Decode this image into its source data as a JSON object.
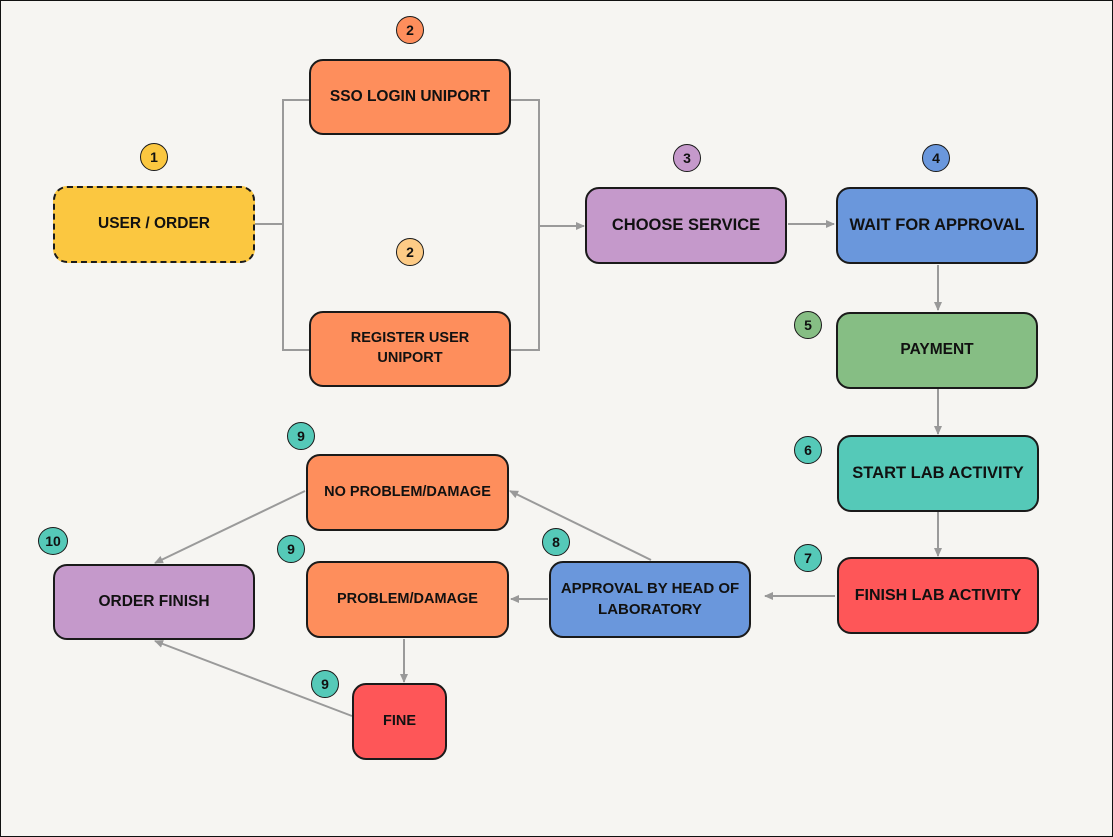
{
  "colors": {
    "yellow": "#fbc740",
    "orange": "#fe8e5c",
    "purple": "#c599cb",
    "blue": "#6a97dc",
    "green": "#86be84",
    "teal": "#55c9b8",
    "red": "#fe5658",
    "connector": "#999999"
  },
  "nodes": {
    "user_order": "USER / ORDER",
    "sso_login": "SSO LOGIN UNIPORT",
    "register_user": "REGISTER USER UNIPORT",
    "choose_service": "CHOOSE SERVICE",
    "wait_for_approval": "WAIT FOR APPROVAL",
    "payment": "PAYMENT",
    "start_lab": "START LAB ACTIVITY",
    "finish_lab": "FINISH LAB ACTIVITY",
    "approval_head": "APPROVAL BY HEAD OF\nLABORATORY",
    "no_problem": "NO PROBLEM/DAMAGE",
    "problem": "PROBLEM/DAMAGE",
    "fine": "FINE",
    "order_finish": "ORDER FINISH"
  },
  "badges": {
    "user_order": "1",
    "sso_login": "2",
    "register_user": "2",
    "choose_service": "3",
    "wait_for_approval": "4",
    "payment": "5",
    "start_lab": "6",
    "finish_lab": "7",
    "approval_head": "8",
    "no_problem": "9",
    "problem": "9",
    "fine": "9",
    "order_finish": "10"
  }
}
